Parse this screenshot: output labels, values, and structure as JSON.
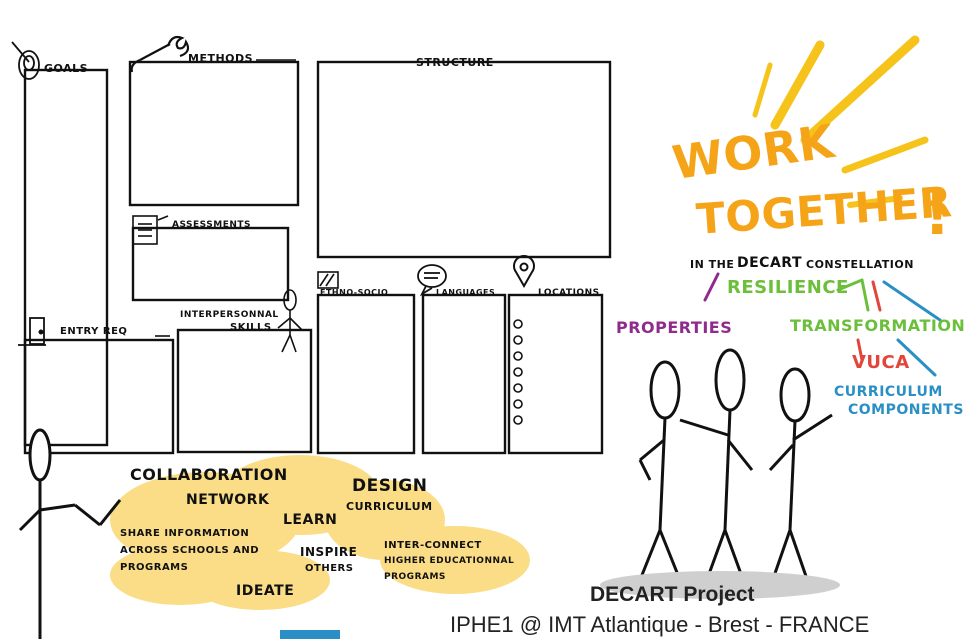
{
  "board": {
    "goals": "GOALS",
    "methods": "METHODS",
    "structure": "STRUCTURE",
    "assessments": "ASSESSMENTS",
    "interpersonal_1": "INTERPERSONNAL",
    "interpersonal_2": "SKILLS",
    "entry_req": "ENTRY REQ",
    "ethno_socio": "ETHNO-SOCIO",
    "languages": "LANGUAGES",
    "locations": "LOCATIONS"
  },
  "headline": {
    "line1": "WORK",
    "line2": "TOGETHER",
    "exclaim": "!",
    "subtitle_prefix": "IN THE",
    "subtitle_brand": "DECART",
    "subtitle_suffix": "CONSTELLATION"
  },
  "constellation": {
    "resilience": "RESILIENCE",
    "properties": "PROPERTIES",
    "transformation": "TRANSFORMATION",
    "vuca": "VUCA",
    "curriculum_1": "CURRICULUM",
    "curriculum_2": "COMPONENTS"
  },
  "ideas": {
    "collaboration": "COLLABORATION",
    "network": "NETWORK",
    "design": "DESIGN",
    "curriculum": "CURRICULUM",
    "learn": "LEARN",
    "share_1": "SHARE INFORMATION",
    "share_2": "ACROSS SCHOOLS AND",
    "share_3": "PROGRAMS",
    "inspire_1": "INSPIRE",
    "inspire_2": "OTHERS",
    "interconnect_1": "INTER-CONNECT",
    "interconnect_2": "HIGHER EDUCATIONNAL",
    "interconnect_3": "PROGRAMS",
    "ideate": "IDEATE"
  },
  "footer": {
    "project": "DECART Project",
    "event": "IPHE1 @ IMT Atlantique  - Brest - FRANCE"
  },
  "colors": {
    "orange": "#F6A417",
    "yellow_blob": "#F9D25E",
    "purple": "#8E2B8C",
    "green": "#6CBF3B",
    "red": "#E2463A",
    "blue": "#2A8FC4"
  }
}
